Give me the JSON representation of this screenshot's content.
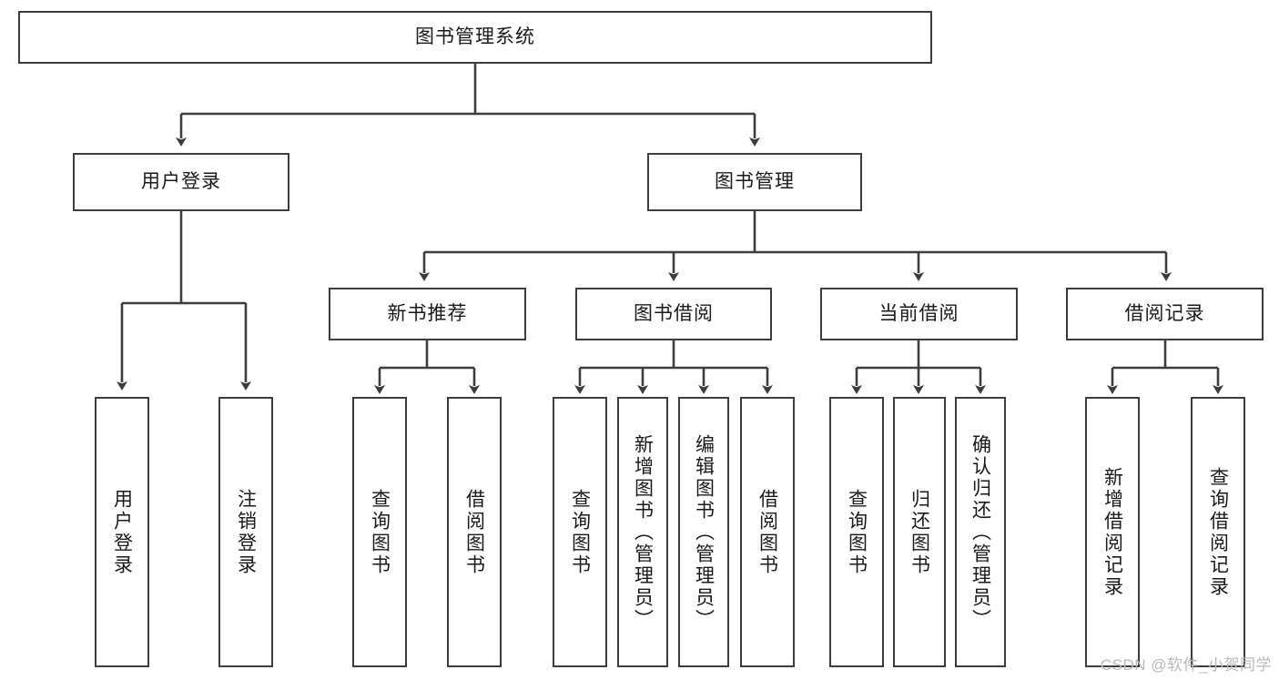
{
  "diagram": {
    "title": "图书管理系统",
    "type": "hierarchy-tree",
    "watermark": "CSDN @软件_小贺同学",
    "colors": {
      "stroke": "#3d3d3d",
      "fill": "#ffffff",
      "text": "#1a1a1a",
      "watermark": "#b9b9b9"
    },
    "levels": {
      "root": {
        "label": "图书管理系统"
      },
      "level2": [
        {
          "label": "用户登录"
        },
        {
          "label": "图书管理"
        }
      ],
      "level3": [
        {
          "label": "新书推荐"
        },
        {
          "label": "图书借阅"
        },
        {
          "label": "当前借阅"
        },
        {
          "label": "借阅记录"
        }
      ],
      "leaves": [
        {
          "label": "用户登录",
          "parent": "用户登录"
        },
        {
          "label": "注销登录",
          "parent": "用户登录"
        },
        {
          "label": "查询图书",
          "parent": "新书推荐"
        },
        {
          "label": "借阅图书",
          "parent": "新书推荐"
        },
        {
          "label": "查询图书",
          "parent": "图书借阅"
        },
        {
          "label": "新增图书（管理员）",
          "parent": "图书借阅"
        },
        {
          "label": "编辑图书（管理员）",
          "parent": "图书借阅"
        },
        {
          "label": "借阅图书",
          "parent": "图书借阅"
        },
        {
          "label": "查询图书",
          "parent": "当前借阅"
        },
        {
          "label": "归还图书",
          "parent": "当前借阅"
        },
        {
          "label": "确认归还（管理员）",
          "parent": "当前借阅"
        },
        {
          "label": "新增借阅记录",
          "parent": "借阅记录"
        },
        {
          "label": "查询借阅记录",
          "parent": "借阅记录"
        }
      ]
    }
  }
}
